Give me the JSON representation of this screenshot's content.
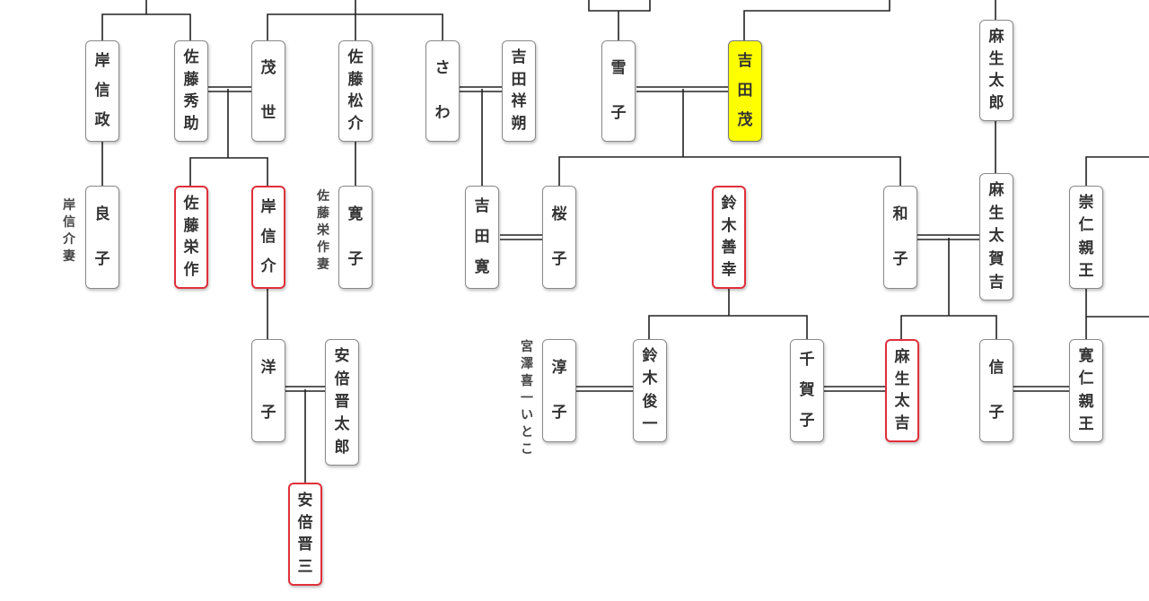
{
  "colors": {
    "line": "#222222",
    "box_border": "#8a8a8a",
    "highlight_red": "#e0303a",
    "highlight_yellow": "#ffff00"
  },
  "people": [
    {
      "id": "kishi-nobumasa",
      "name": "岸信政",
      "style": "normal"
    },
    {
      "id": "sato-hidesuke",
      "name": "佐藤秀助",
      "style": "normal"
    },
    {
      "id": "moyo",
      "name": "茂世",
      "style": "normal"
    },
    {
      "id": "sato-matsusuke",
      "name": "佐藤松介",
      "style": "normal"
    },
    {
      "id": "sawa",
      "name": "さわ",
      "style": "normal"
    },
    {
      "id": "yoshida-shosaku",
      "name": "吉田祥朔",
      "style": "normal"
    },
    {
      "id": "yukiko",
      "name": "雪子",
      "style": "normal"
    },
    {
      "id": "yoshida-shigeru",
      "name": "吉田茂",
      "style": "yellow"
    },
    {
      "id": "aso-taro-sr",
      "name": "麻生太郎",
      "style": "normal"
    },
    {
      "id": "yoshiko",
      "name": "良子",
      "style": "normal"
    },
    {
      "id": "sato-eisaku",
      "name": "佐藤栄作",
      "style": "red"
    },
    {
      "id": "kishi-nobusuke",
      "name": "岸信介",
      "style": "red"
    },
    {
      "id": "hiroko",
      "name": "寛子",
      "style": "normal"
    },
    {
      "id": "yoshida-hiroshi",
      "name": "吉田寛",
      "style": "normal"
    },
    {
      "id": "sakurako",
      "name": "桜子",
      "style": "normal"
    },
    {
      "id": "suzuki-zenko",
      "name": "鈴木善幸",
      "style": "red"
    },
    {
      "id": "kazuko",
      "name": "和子",
      "style": "normal"
    },
    {
      "id": "aso-takakichi",
      "name": "麻生太賀吉",
      "style": "normal"
    },
    {
      "id": "prince-takahito",
      "name": "崇仁親王",
      "style": "normal"
    },
    {
      "id": "yoko",
      "name": "洋子",
      "style": "normal"
    },
    {
      "id": "abe-shintaro",
      "name": "安倍晋太郎",
      "style": "normal"
    },
    {
      "id": "junko",
      "name": "淳子",
      "style": "normal"
    },
    {
      "id": "suzuki-shunichi",
      "name": "鈴木俊一",
      "style": "normal"
    },
    {
      "id": "chikako",
      "name": "千賀子",
      "style": "normal"
    },
    {
      "id": "aso-taro",
      "name": "麻生太吉",
      "style": "red"
    },
    {
      "id": "nobuko",
      "name": "信子",
      "style": "normal"
    },
    {
      "id": "prince-tomohito",
      "name": "寛仁親王",
      "style": "normal"
    },
    {
      "id": "abe-shinzo",
      "name": "安倍晋三",
      "style": "red"
    }
  ],
  "notes": [
    {
      "id": "note-kishi-wife",
      "text": "岸信介妻"
    },
    {
      "id": "note-sato-wife",
      "text": "佐藤栄作妻"
    },
    {
      "id": "note-miyazawa",
      "text": "宮澤喜一いとこ"
    }
  ]
}
